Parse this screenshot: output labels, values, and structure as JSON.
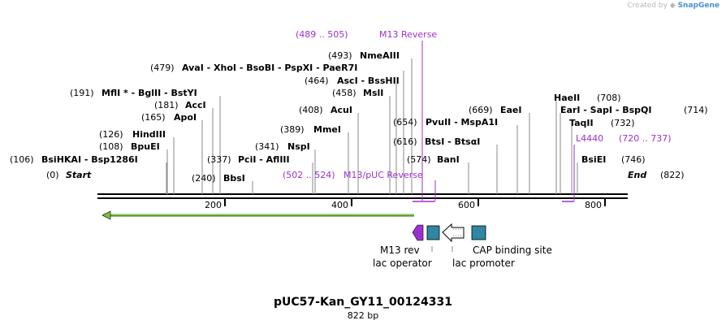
{
  "credit": {
    "prefix": "Created by",
    "brand": "SnapGene"
  },
  "colors": {
    "primer": "#9b30d0",
    "arrow": "#7cc242",
    "feature": "#2e87a3",
    "line": "#000000",
    "tick": "#888888"
  },
  "map": {
    "title": "pUC57-Kan_GY11_00124331",
    "length_label": "822 bp",
    "length": 822,
    "start_label": "Start",
    "end_label": "End",
    "start_pos": "(0)",
    "end_pos": "(822)",
    "ruler": [
      "200",
      "400",
      "600",
      "800"
    ]
  },
  "sites": [
    {
      "pos": 106,
      "label": "(106)",
      "name": "BsiHKAI  -  Bsp1286I"
    },
    {
      "pos": 108,
      "label": "(108)",
      "name": "BpuEI"
    },
    {
      "pos": 126,
      "label": "(126)",
      "name": "HindIII"
    },
    {
      "pos": 165,
      "label": "(165)",
      "name": "ApoI"
    },
    {
      "pos": 181,
      "label": "(181)",
      "name": "AccI"
    },
    {
      "pos": 191,
      "label": "(191)",
      "name": "MflI *  -  BglII  -  BstYI"
    },
    {
      "pos": 240,
      "label": "(240)",
      "name": "BbsI"
    },
    {
      "pos": 337,
      "label": "(337)",
      "name": "PciI  -  AflIII"
    },
    {
      "pos": 341,
      "label": "(341)",
      "name": "NspI"
    },
    {
      "pos": 389,
      "label": "(389)",
      "name": "MmeI"
    },
    {
      "pos": 408,
      "label": "(408)",
      "name": "AcuI"
    },
    {
      "pos": 458,
      "label": "(458)",
      "name": "MslI"
    },
    {
      "pos": 464,
      "label": "(464)",
      "name": "AscI  -  BssHII"
    },
    {
      "pos": 479,
      "label": "(479)",
      "name": "AvaI  -  XhoI  -  BsoBI  -  PspXI  -  PaeR7I"
    },
    {
      "pos": 493,
      "label": "(493)",
      "name": "NmeAIII"
    },
    {
      "pos": 574,
      "label": "(574)",
      "name": "BanI"
    },
    {
      "pos": 616,
      "label": "(616)",
      "name": "BtsI  -  BtsαI"
    },
    {
      "pos": 654,
      "label": "(654)",
      "name": "PvuII  -  MspA1I"
    },
    {
      "pos": 669,
      "label": "(669)",
      "name": "EaeI"
    },
    {
      "pos": 708,
      "label": "(708)",
      "name": "HaeII"
    },
    {
      "pos": 714,
      "label": "(714)",
      "name": "EarI  -  SapI  -  BspQI"
    },
    {
      "pos": 732,
      "label": "(732)",
      "name": "TaqII"
    },
    {
      "pos": 746,
      "label": "(746)",
      "name": "BsiEI"
    }
  ],
  "primers": [
    {
      "range": "(489 .. 505)",
      "name": "M13 Reverse"
    },
    {
      "range": "(502 .. 524)",
      "name": "M13/pUC Reverse"
    },
    {
      "range": "(720 .. 737)",
      "name": "L4440"
    }
  ],
  "features": [
    {
      "name": "M13 rev",
      "type": "primer_bind"
    },
    {
      "name": "lac operator",
      "type": "protein_bind"
    },
    {
      "name": "lac promoter",
      "type": "promoter"
    },
    {
      "name": "CAP binding site",
      "type": "protein_bind"
    }
  ]
}
